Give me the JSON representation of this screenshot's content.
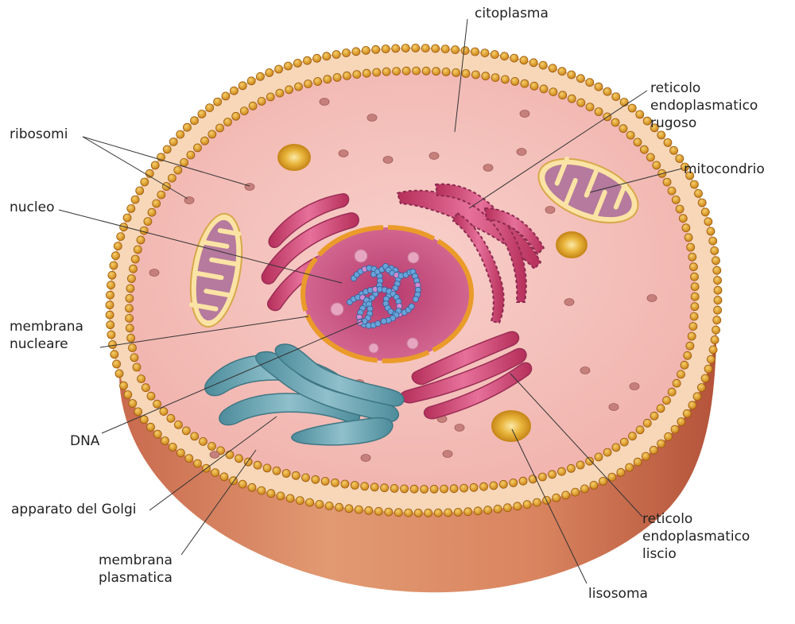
{
  "labels": {
    "citoplasma": [
      "citoplasma"
    ],
    "rer": [
      "reticolo",
      "endoplasmatico",
      "rugoso"
    ],
    "mitocondrio": [
      "mitocondrio"
    ],
    "ribosomi": [
      "ribosomi"
    ],
    "nucleo": [
      "nucleo"
    ],
    "membrana_nucleare": [
      "membrana",
      "nucleare"
    ],
    "dna": [
      "DNA"
    ],
    "golgi": [
      "apparato del Golgi"
    ],
    "membrana_plasmatica": [
      "membrana",
      "plasmatica"
    ],
    "ser": [
      "reticolo",
      "endoplasmatico",
      "liscio"
    ],
    "lisosoma": [
      "lisosoma"
    ]
  },
  "colors": {
    "cytoplasm": "#f6c3bd",
    "cell_body": "#d77a55",
    "membrane_bead": "#e9a534",
    "nucleus": "#c74a7c",
    "nuclear_envelope": "#ea9b2a",
    "er": "#c43b65",
    "golgi": "#5b9aa8",
    "mitochondrion": "#b07a9c",
    "lysosome": "#e5b23a",
    "dna": "#5c8fc8",
    "leader": "#333333"
  }
}
